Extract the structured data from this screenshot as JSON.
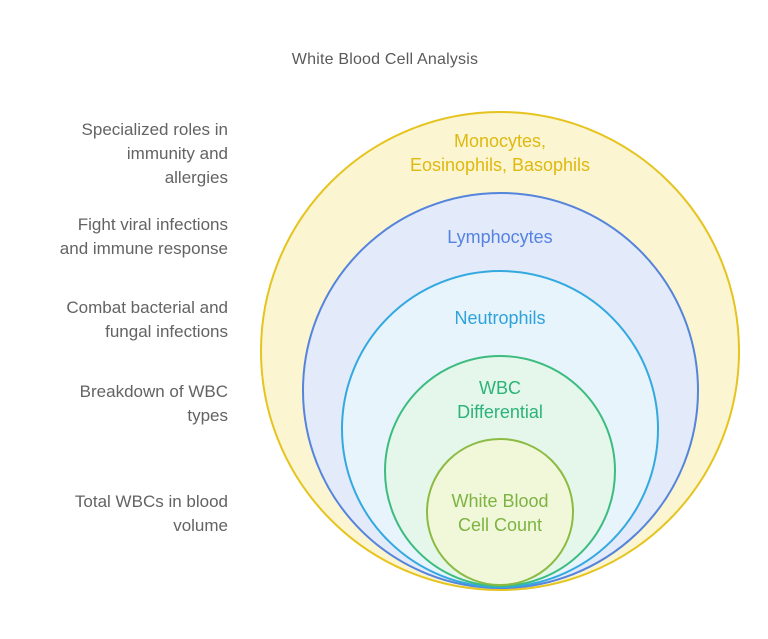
{
  "title": "White Blood Cell Analysis",
  "colors": {
    "background": "#ffffff",
    "title_text": "#5a5a5a",
    "caption_text": "#636363"
  },
  "diagram": {
    "type": "nested-circles-onion",
    "rings": [
      {
        "label": "Monocytes,\nEosinophils, Basophils",
        "caption": "Specialized roles in\nimmunity and\nallergies",
        "stroke": "#e6c420",
        "fill": "#fbf5d2",
        "label_color": "#dfb90f"
      },
      {
        "label": "Lymphocytes",
        "caption": "Fight viral infections\nand immune response",
        "stroke": "#5584db",
        "fill": "#e3eafa",
        "label_color": "#5583e2"
      },
      {
        "label": "Neutrophils",
        "caption": "Combat bacterial and\nfungal infections",
        "stroke": "#33a9df",
        "fill": "#e7f4fb",
        "label_color": "#2ea3db"
      },
      {
        "label": "WBC\nDifferential",
        "caption": "Breakdown of WBC\ntypes",
        "stroke": "#3dbc80",
        "fill": "#e4f7ea",
        "label_color": "#2cb377"
      },
      {
        "label": "White Blood\nCell Count",
        "caption": "Total WBCs in blood\nvolume",
        "stroke": "#8cbb44",
        "fill": "#f1f8d9",
        "label_color": "#7db342"
      }
    ]
  }
}
